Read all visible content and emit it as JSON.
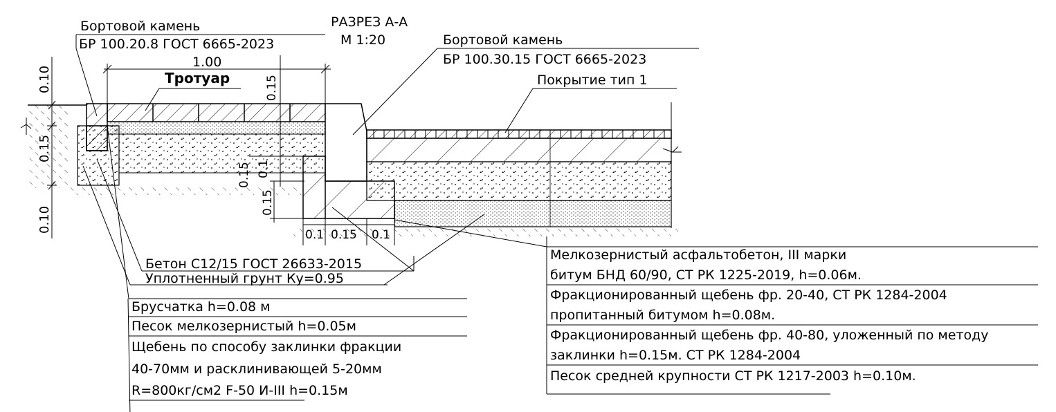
{
  "title": {
    "section": "РАЗРЕЗ А-А",
    "scale": "М 1:20"
  },
  "labels": {
    "curb_small_name": "Бортовой камень",
    "curb_small_spec": "БР 100.20.8 ГОСТ 6665-2023",
    "curb_large_name": "Бортовой камень",
    "curb_large_spec": "БР 100.30.15 ГОСТ 6665-2023",
    "sidewalk": "Тротуар",
    "pavement": "Покрытие тип 1",
    "concrete": "Бетон С12/15 ГОСТ 26633-2015",
    "soil": "Уплотненный грунт Ку=0.95"
  },
  "dimensions": {
    "width_main": "1.00",
    "d_010_top": "0.10",
    "d_015_left": "0.15",
    "d_010_bottom": "0.10",
    "d_015_top_small": "0.15",
    "d_015_mid": "0.15",
    "d_01_mid": "0.1",
    "d_015_lower": "0.15",
    "d_01_a": "0.1",
    "d_015_b": "0.15",
    "d_01_c": "0.1"
  },
  "legend_left": [
    "Брусчатка h=0.08 м",
    "Песок мелкозернистый h=0.05м",
    "Щебень по способу заклинки фракции",
    "40-70мм и расклинивающей 5-20мм",
    "R=800кг/см2 F-50 И-III h=0.15м"
  ],
  "legend_right": [
    "Мелкозернистый асфальтобетон, III марки",
    "битум БНД 60/90, СТ РК 1225-2019,    h=0.06м.",
    "Фракционированный щебень фр. 20-40, СТ РК 1284-2004",
    "пропитанный битумом  h=0.08м.",
    "Фракционированный щебень фр. 40-80, уложенный по методу",
    "заклинки h=0.15м.  СТ РК 1284-2004",
    "Песок средней крупности СТ РК 1217-2003 h=0.10м."
  ]
}
